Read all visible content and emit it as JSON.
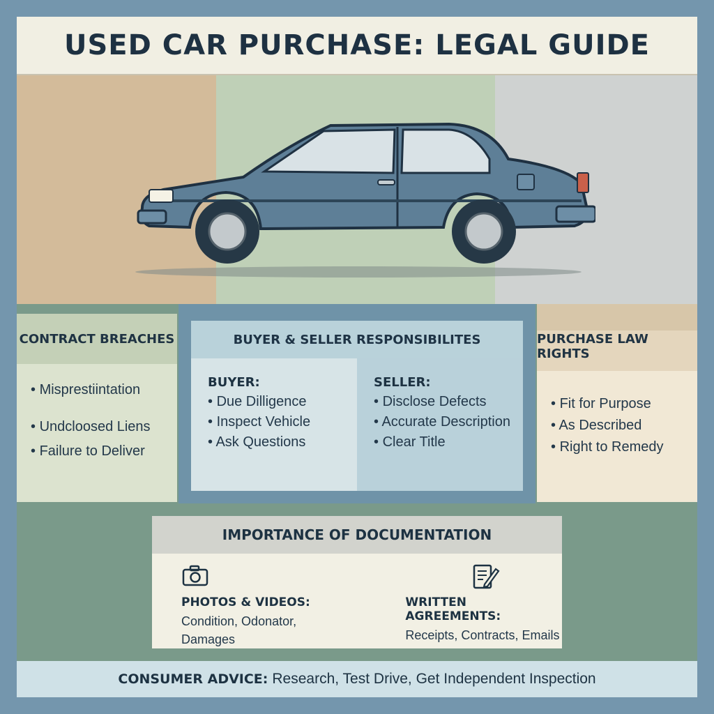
{
  "title": "USED CAR PURCHASE: LEGAL GUIDE",
  "contract_breaches": {
    "heading": "CONTRACT BREACHES",
    "items": [
      "Misprestiintation",
      "Undcloosed Liens",
      "Failure to Deliver"
    ]
  },
  "responsibilities": {
    "heading": "BUYER & SELLER RESPONSIBILITES",
    "buyer": {
      "label": "BUYER:",
      "items": [
        "Due Dilligence",
        "Inspect Vehicle",
        "Ask Questions"
      ]
    },
    "seller": {
      "label": "SELLER:",
      "items": [
        "Disclose Defects",
        "Accurate Description",
        "Clear Title"
      ]
    }
  },
  "purchase_law": {
    "heading": "PURCHASE LAW RIGHTS",
    "items": [
      "Fit for Purpose",
      "As Described",
      "Right to Remedy"
    ]
  },
  "documentation": {
    "heading": "IMPORTANCE OF DOCUMENTATION",
    "photos": {
      "icon": "camera-icon",
      "label": "PHOTOS & VIDEOS:",
      "text_1": "Condition, Odonator,",
      "text_2": "Damages"
    },
    "written": {
      "icon": "document-pen-icon",
      "label": "WRITTEN AGREEMENTS:",
      "text": "Receipts, Contracts, Emails"
    }
  },
  "footer": {
    "label": "CONSUMER ADVICE:",
    "text": "Research, Test Drive, Get Independent Inspection"
  },
  "colors": {
    "frame": "#7496ad",
    "header_bg": "#f1efe3",
    "car_body": "#5e7f97",
    "navy_text": "#1e3142"
  }
}
